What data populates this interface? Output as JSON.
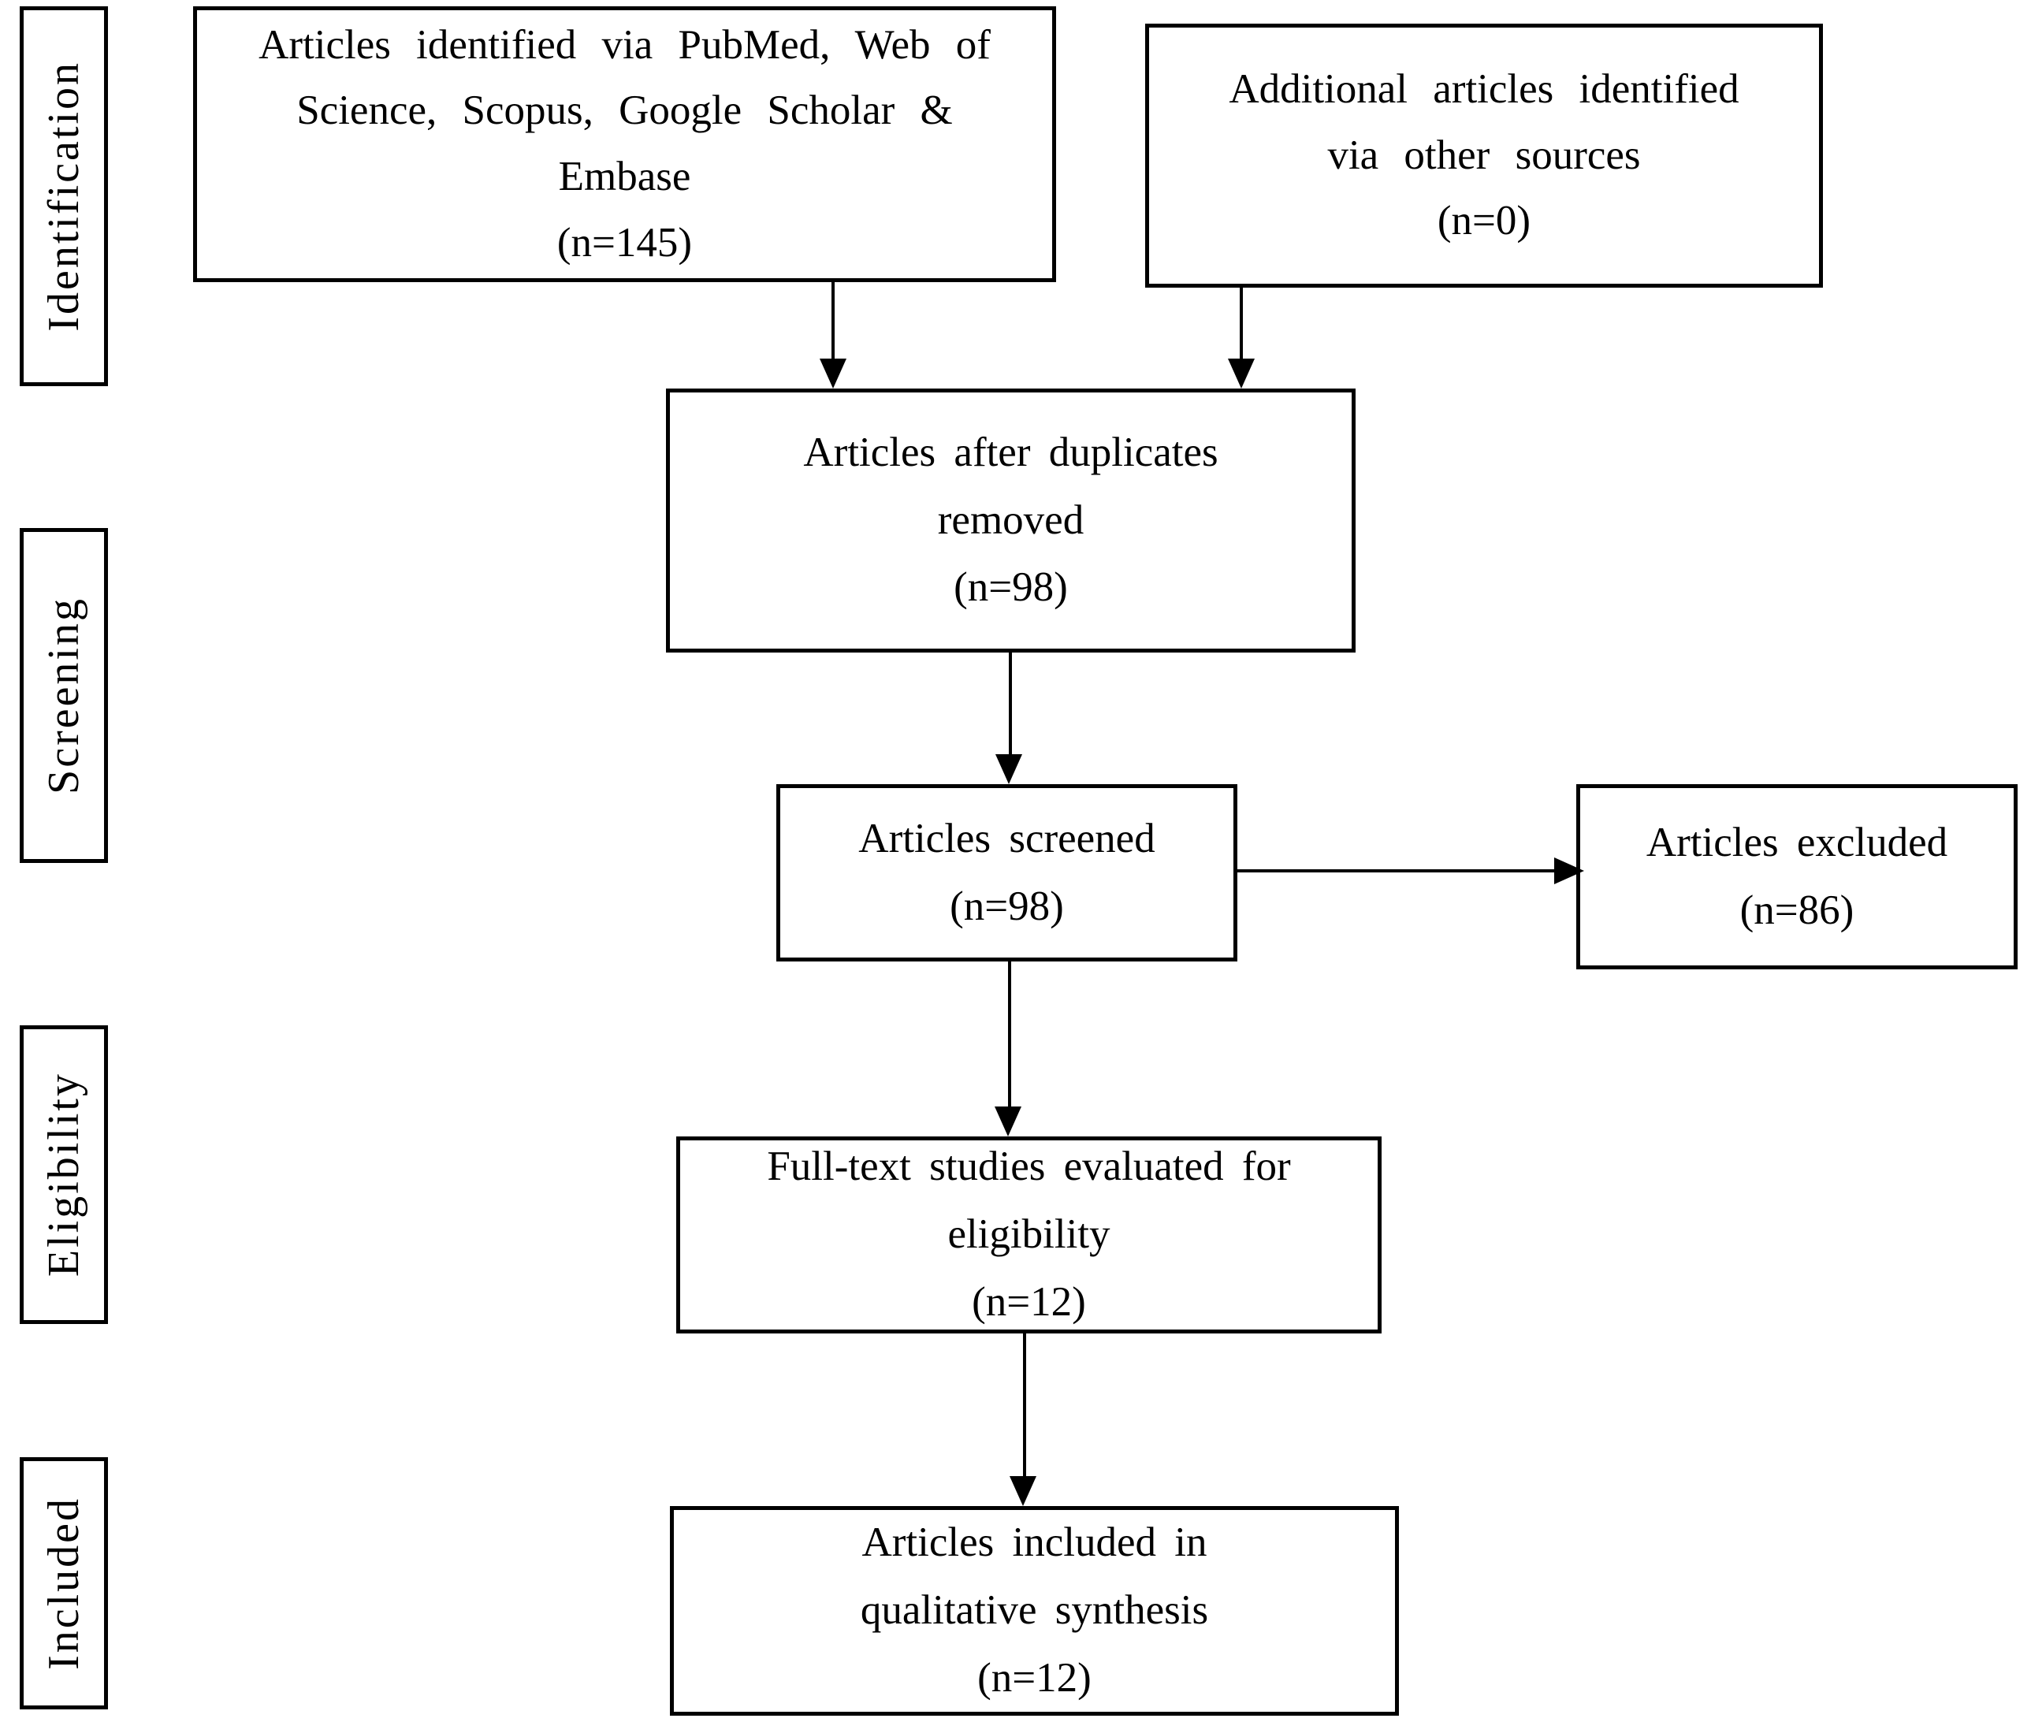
{
  "stages": {
    "identification": "Identification",
    "screening": "Screening",
    "eligibility": "Eligibility",
    "included": "Included"
  },
  "boxes": {
    "identified": {
      "lines": [
        "Articles identified via PubMed, Web of",
        "Science, Scopus, Google Scholar &",
        "Embase",
        "(n=145)"
      ]
    },
    "additional": {
      "lines": [
        "Additional articles identified",
        "via other sources",
        "(n=0)"
      ]
    },
    "duplicates_removed": {
      "lines": [
        "Articles after duplicates",
        "removed",
        "(n=98)"
      ]
    },
    "screened": {
      "lines": [
        "Articles screened",
        "(n=98)"
      ]
    },
    "excluded": {
      "lines": [
        "Articles excluded",
        "(n=86)"
      ]
    },
    "fulltext": {
      "lines": [
        "Full-text studies evaluated for",
        "eligibility",
        "(n=12)"
      ]
    },
    "qualitative": {
      "lines": [
        "Articles included in",
        "qualitative synthesis",
        "(n=12)"
      ]
    }
  }
}
